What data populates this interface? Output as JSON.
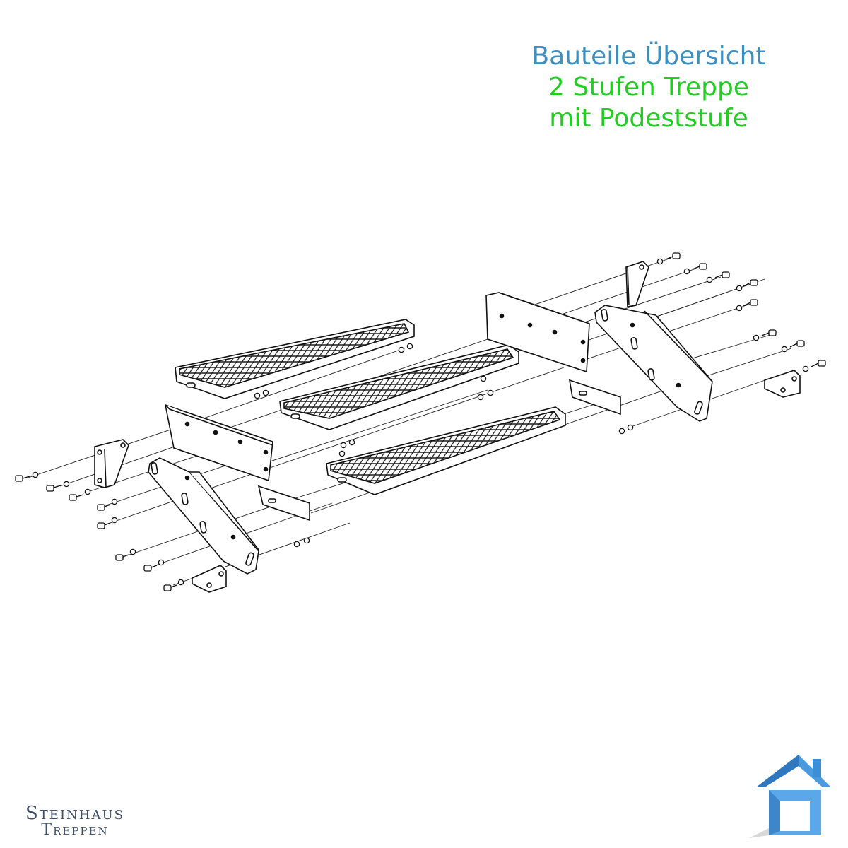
{
  "title": {
    "line1": "Bauteile Übersicht",
    "line2": "2 Stufen Treppe",
    "line3": "mit Podeststufe",
    "line1_color": "#3d8fbf",
    "line2_color": "#22cc22",
    "line3_color": "#22cc22"
  },
  "brand": {
    "line1": "Steinhaus",
    "line2": "Treppen",
    "text_color": "#3e4f66",
    "logo_icon": "house-icon",
    "logo_color": "#3a8fd6"
  },
  "diagram": {
    "kind": "exploded-parts-view",
    "stroke_color": "#111111"
  }
}
